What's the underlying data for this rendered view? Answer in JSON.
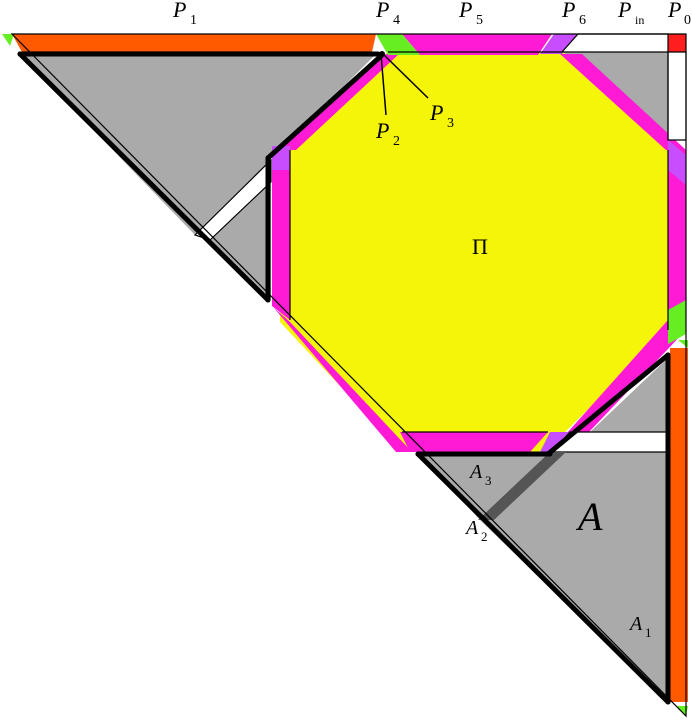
{
  "colors": {
    "background": "#ffffff",
    "region_gray": "#aaaaaa",
    "dark_strip": "#555555",
    "octagon_yellow": "#f5f50a",
    "band_magenta": "#ff1ad6",
    "corner_purple": "#c84dff",
    "strip_orange": "#ff5a00",
    "corner_green": "#66ee22",
    "corner_red": "#ff1f1f",
    "gap_white": "#ffffff",
    "outline": "#000000"
  },
  "labels": {
    "P1": {
      "main": "P",
      "sub": "1"
    },
    "P4": {
      "main": "P",
      "sub": "4"
    },
    "P5": {
      "main": "P",
      "sub": "5"
    },
    "P6": {
      "main": "P",
      "sub": "6"
    },
    "Pin": {
      "main": "P",
      "sub": "in"
    },
    "P0": {
      "main": "P",
      "sub": "0"
    },
    "P2": {
      "main": "P",
      "sub": "2"
    },
    "P3": {
      "main": "P",
      "sub": "3"
    },
    "Pi": {
      "main": "Π"
    },
    "A3": {
      "main": "A",
      "sub": "3"
    },
    "A2": {
      "main": "A",
      "sub": "2"
    },
    "A": {
      "main": "A"
    },
    "A1": {
      "main": "A",
      "sub": "1"
    }
  }
}
